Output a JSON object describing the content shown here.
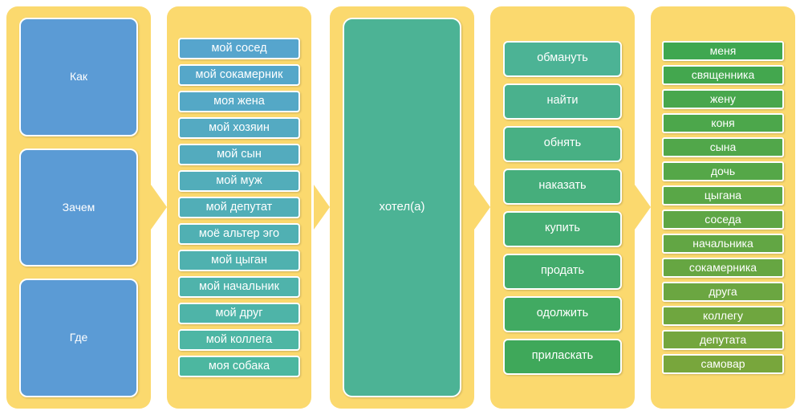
{
  "diagram": {
    "title": "",
    "colors": {
      "frame": "#fbd96e",
      "column1_node": "#5b9bd5",
      "column2_start": "#56a5cd",
      "column2_end": "#4cb7a0",
      "column3_node": "#4cb395",
      "column4_start": "#4cb395",
      "column4_end": "#3fa85a",
      "column5_start": "#3fa750",
      "column5_end": "#78a63c",
      "node_border": "#ffffff",
      "node_text": "#ffffff",
      "background": "#ffffff"
    },
    "columns": [
      {
        "id": "question-words",
        "name": "column-question-words",
        "items": [
          {
            "label": "Как"
          },
          {
            "label": "Зачем"
          },
          {
            "label": "Где"
          }
        ]
      },
      {
        "id": "subjects",
        "name": "column-subjects",
        "items": [
          {
            "label": "мой сосед"
          },
          {
            "label": "мой сокамерник"
          },
          {
            "label": "моя жена"
          },
          {
            "label": "мой хозяин"
          },
          {
            "label": "мой сын"
          },
          {
            "label": "мой муж"
          },
          {
            "label": "мой депутат"
          },
          {
            "label": "моё альтер эго"
          },
          {
            "label": "мой цыган"
          },
          {
            "label": "мой начальник"
          },
          {
            "label": "мой друг"
          },
          {
            "label": "мой коллега"
          },
          {
            "label": "моя собака"
          }
        ]
      },
      {
        "id": "predicate",
        "name": "column-predicate",
        "items": [
          {
            "label": "хотел(а)"
          }
        ]
      },
      {
        "id": "verbs",
        "name": "column-verbs",
        "items": [
          {
            "label": "обмануть"
          },
          {
            "label": "найти"
          },
          {
            "label": "обнять"
          },
          {
            "label": "наказать"
          },
          {
            "label": "купить"
          },
          {
            "label": "продать"
          },
          {
            "label": "одолжить"
          },
          {
            "label": "приласкать"
          }
        ]
      },
      {
        "id": "objects",
        "name": "column-objects",
        "items": [
          {
            "label": "меня"
          },
          {
            "label": "священника"
          },
          {
            "label": "жену"
          },
          {
            "label": "коня"
          },
          {
            "label": "сына"
          },
          {
            "label": "дочь"
          },
          {
            "label": "цыгана"
          },
          {
            "label": "соседа"
          },
          {
            "label": "начальника"
          },
          {
            "label": "сокамерника"
          },
          {
            "label": "друга"
          },
          {
            "label": "коллегу"
          },
          {
            "label": "депутата"
          },
          {
            "label": "самовар"
          }
        ]
      }
    ],
    "connectors": [
      {
        "name": "arrow-col1-to-col2",
        "icon": "chevron-right-icon"
      },
      {
        "name": "arrow-col2-to-col3",
        "icon": "chevron-right-icon"
      },
      {
        "name": "arrow-col3-to-col4",
        "icon": "chevron-right-icon"
      },
      {
        "name": "arrow-col4-to-col5",
        "icon": "chevron-right-icon"
      }
    ]
  }
}
